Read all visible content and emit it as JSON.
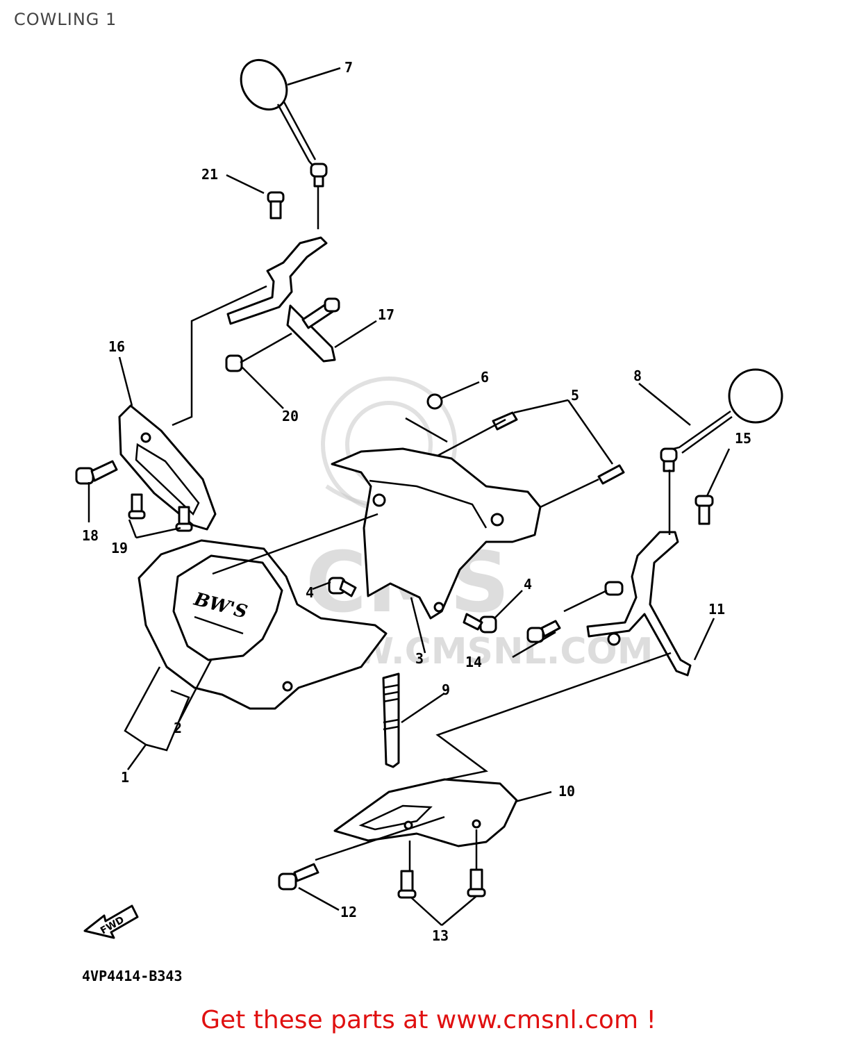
{
  "page": {
    "title": "COWLING 1"
  },
  "diagram": {
    "code": "4VP4414-B343",
    "fwd_label": "FWD",
    "watermark": "WWW.CMSNL.COM",
    "watermark_logo": "CMS",
    "callouts": [
      "1",
      "2",
      "3",
      "4",
      "4",
      "5",
      "6",
      "7",
      "8",
      "9",
      "10",
      "11",
      "12",
      "13",
      "14",
      "15",
      "16",
      "17",
      "18",
      "19",
      "20",
      "21"
    ]
  },
  "footer": {
    "text": "Get these parts at www.cmsnl.com !"
  }
}
